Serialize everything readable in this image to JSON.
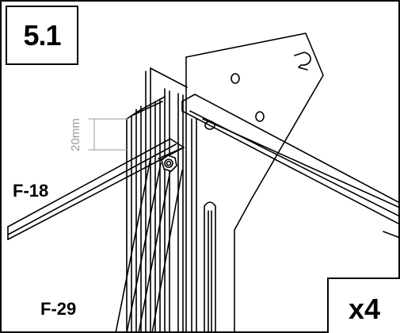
{
  "step": {
    "number": "5.1"
  },
  "quantity": {
    "label": "x4"
  },
  "dimension": {
    "text": "20mm"
  },
  "parts": {
    "horizontal_bar": "F-18",
    "diagonal_brace": "F-29"
  },
  "colors": {
    "line": "#000000",
    "dimension_line": "#999999",
    "background": "#ffffff"
  }
}
